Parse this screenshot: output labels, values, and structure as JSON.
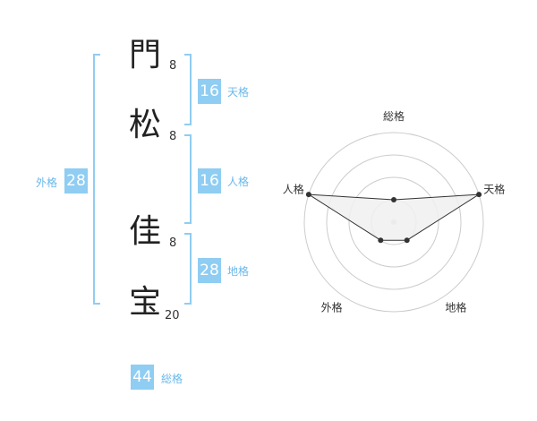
{
  "name_chars": [
    {
      "char": "門",
      "strokes": "8"
    },
    {
      "char": "松",
      "strokes": "8"
    },
    {
      "char": "佳",
      "strokes": "8"
    },
    {
      "char": "宝",
      "strokes": "20"
    }
  ],
  "kakusu": {
    "tenkaku": {
      "value": "16",
      "label": "天格"
    },
    "jinkaku": {
      "value": "16",
      "label": "人格"
    },
    "chikaku": {
      "value": "28",
      "label": "地格"
    },
    "gaikaku": {
      "value": "28",
      "label": "外格"
    },
    "soukaku": {
      "value": "44",
      "label": "総格"
    }
  },
  "chart_data": {
    "type": "radar",
    "axes": [
      "総格",
      "天格",
      "地格",
      "外格",
      "人格"
    ],
    "values": [
      1,
      4,
      1,
      1,
      4
    ],
    "max": 4,
    "rings": 4,
    "colors": {
      "fill": "#f0f0f0",
      "line": "#333333",
      "ring": "#cccccc",
      "accent": "#8fcdf3"
    }
  }
}
